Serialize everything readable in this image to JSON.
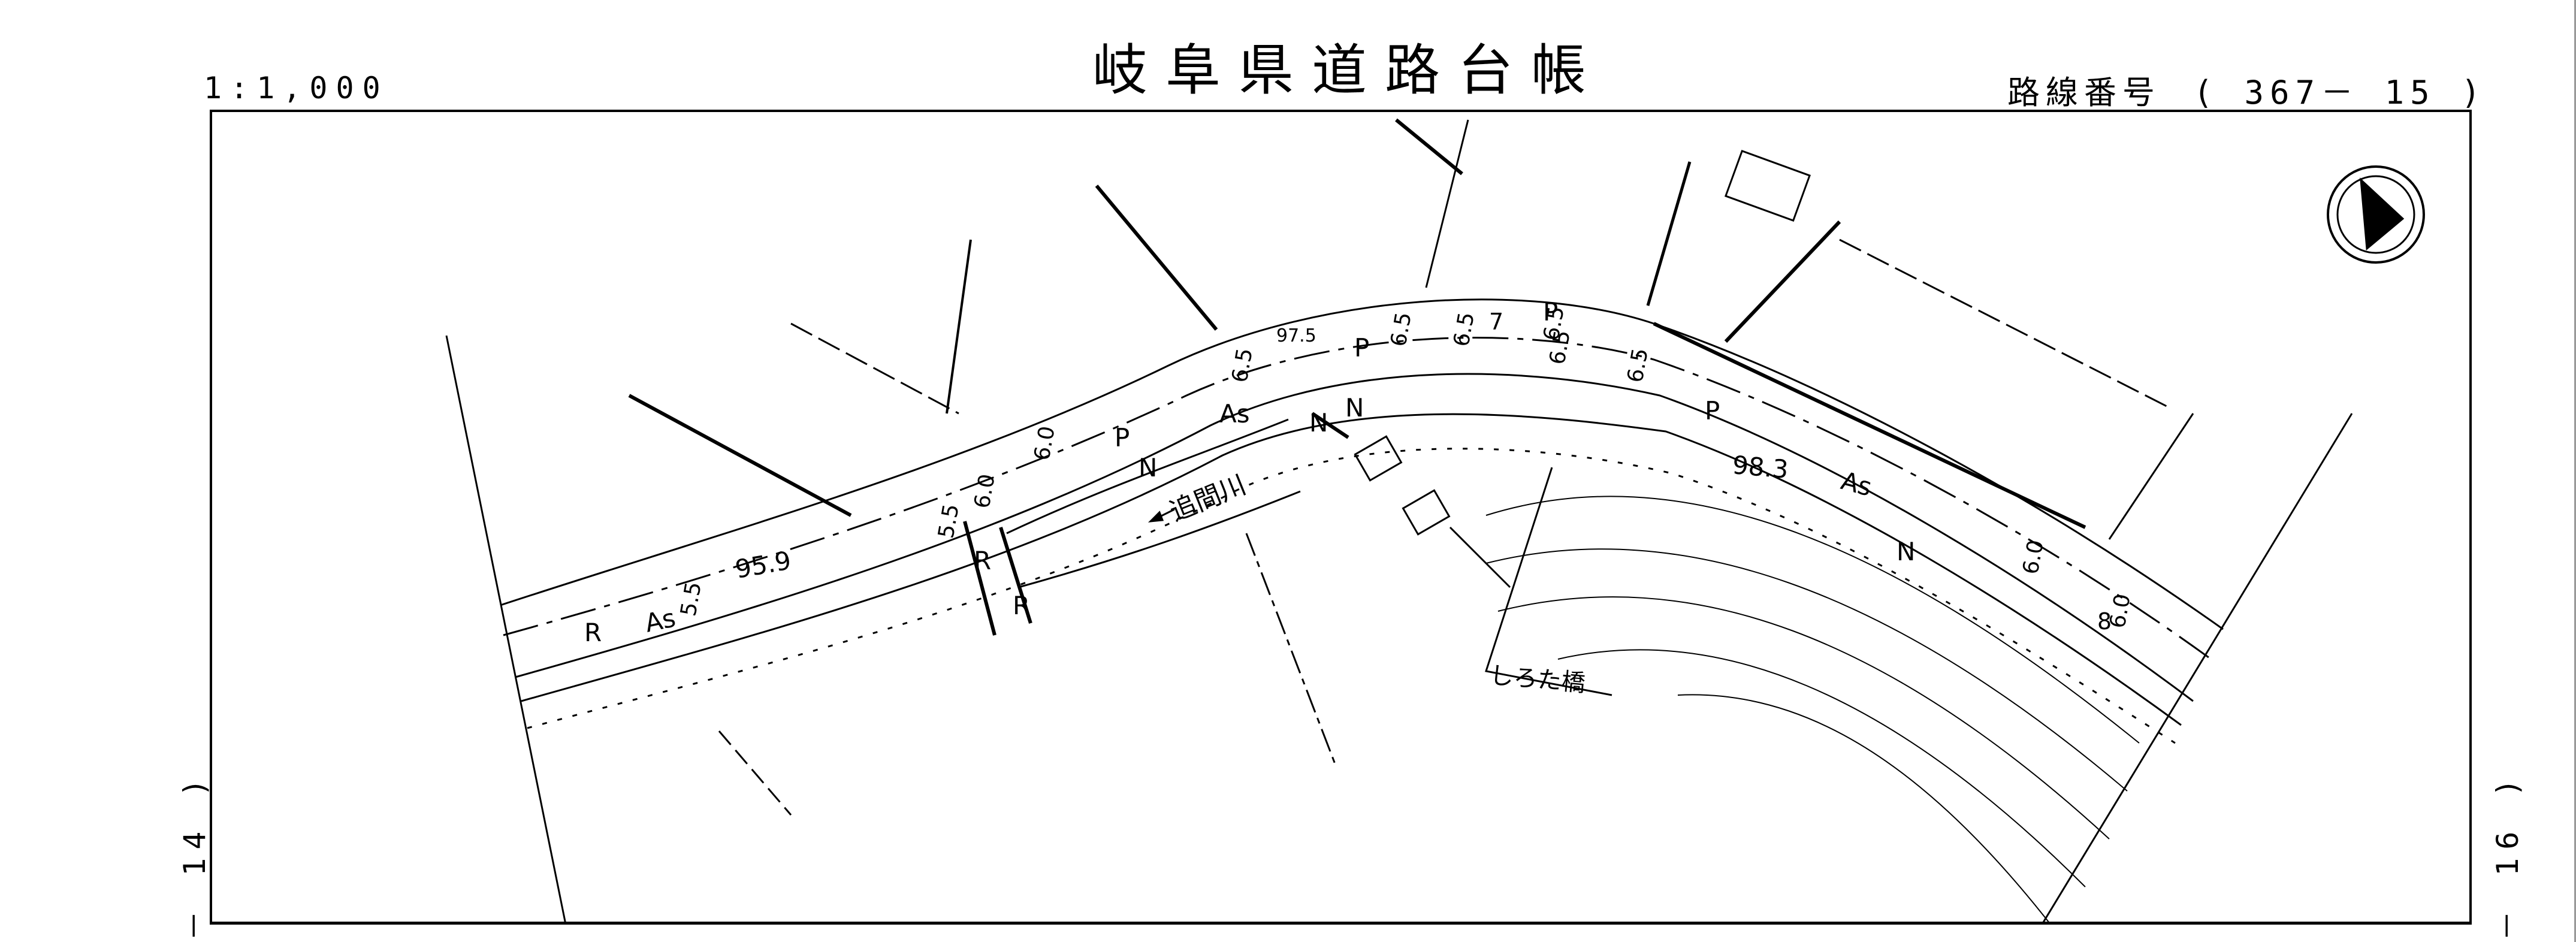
{
  "header": {
    "title": "岐阜県道路台帳",
    "scale": "1:1,000",
    "route_label": "路線番号",
    "route_open": "(",
    "route_number": "367－ 15",
    "route_close": ")"
  },
  "sheet_refs": {
    "left": "－ 14 )",
    "right": "－ 16 )"
  },
  "map_labels": {
    "river": "追間川",
    "bridge": "しろた橋",
    "elevation_1": "95.9",
    "elevation_2": "97.5",
    "elevation_3": "98.3",
    "width_55a": "5.5",
    "width_55b": "5.5",
    "width_60a": "6.0",
    "width_60b": "6.0",
    "width_60c": "6.0",
    "width_60d": "6.0",
    "width_65a": "6.5",
    "width_65b": "6.5",
    "width_65c": "6.5",
    "width_65d": "6.5",
    "width_65e": "6.5",
    "width_65f": "6.5",
    "width_7": "7",
    "width_8": "8",
    "pave_as1": "As",
    "pave_as2": "As",
    "pave_as3": "As",
    "mark_p1": "P",
    "mark_p2": "P",
    "mark_p3": "P",
    "mark_p4": "P",
    "mark_n1": "N",
    "mark_n2": "N",
    "mark_n3": "N",
    "mark_n4": "N",
    "mark_r1": "R",
    "mark_r2": "R",
    "mark_r3": "R"
  }
}
